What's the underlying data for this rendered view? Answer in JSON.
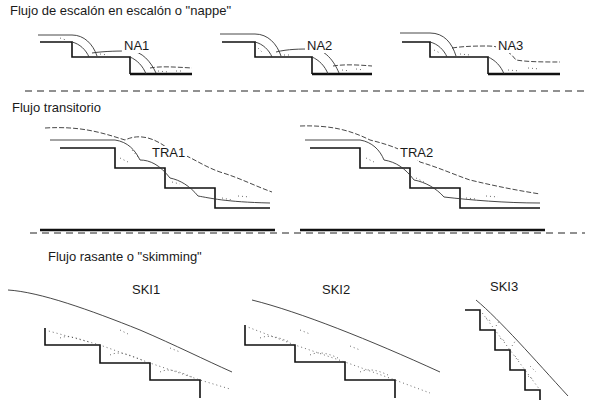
{
  "diagram": {
    "labels": [
      "Flujo de escalón en escalón o \"nappe\"",
      "NA1",
      "NA2",
      "NA3",
      "Flujo transitorio",
      "TRA1",
      "TRA2",
      "Flujo rasante o \"skimming\"",
      "SKI1",
      "SKI2",
      "SKI3"
    ]
  }
}
